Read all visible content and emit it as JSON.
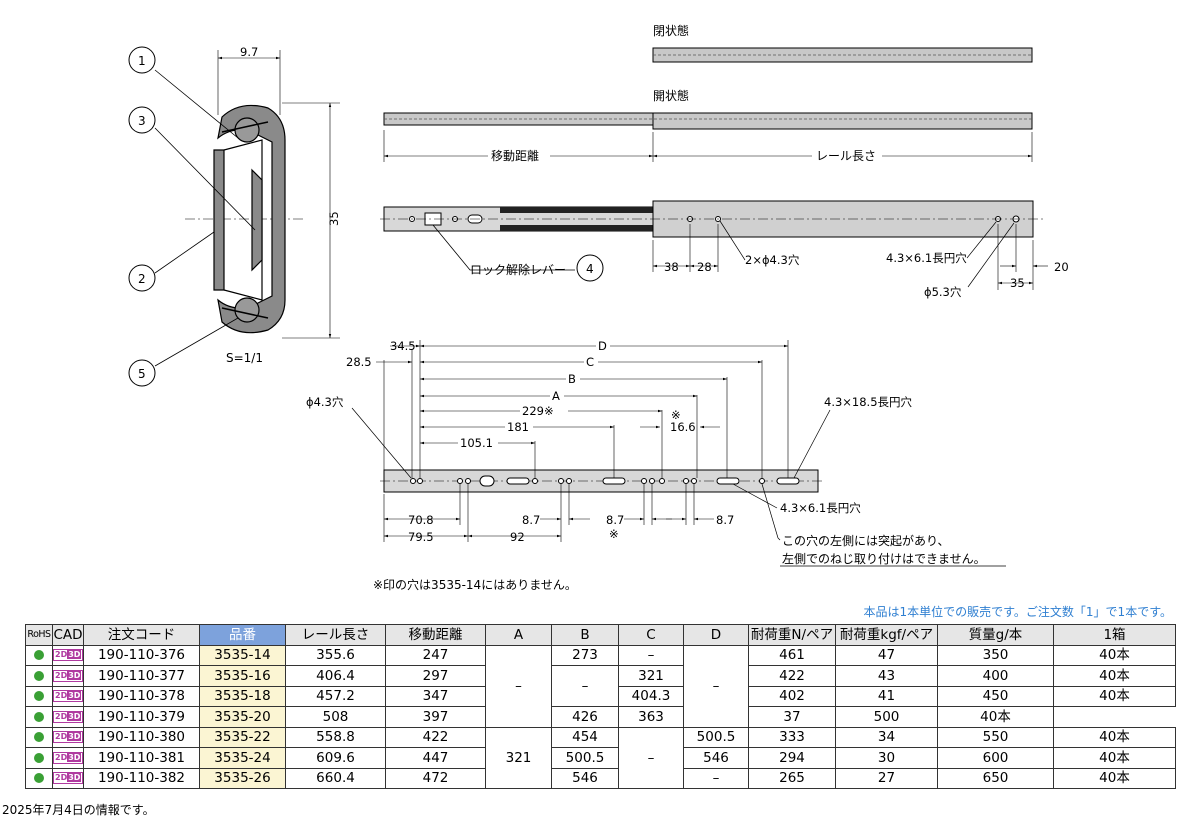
{
  "drawing": {
    "balloons": [
      "1",
      "3",
      "2",
      "5",
      "4"
    ],
    "scale": "S=1/1",
    "dims_cross": {
      "width": "9.7",
      "height": "35"
    },
    "states": {
      "closed": "閉状態",
      "open": "開状態"
    },
    "travel_label": "移動距離",
    "rail_length_label": "レール長さ",
    "lock_release_lever": "ロック解除レバー",
    "side_dims": {
      "d38": "38",
      "d28": "28",
      "hole2": "2×ϕ4.3穴",
      "slot": "4.3×6.1長円穴",
      "d20": "20",
      "d35": "35",
      "hole53": "ϕ5.3穴"
    },
    "bottom_dims": {
      "D": "D",
      "C": "C",
      "B": "B",
      "A": "A",
      "d34_5": "34.5",
      "d28_5": "28.5",
      "hole43": "ϕ4.3穴",
      "d229": "229※",
      "d181": "181",
      "d105_1": "105.1",
      "mark": "※",
      "d16_6": "16.6",
      "slot_long": "4.3×18.5長円穴",
      "slot_short": "4.3×6.1長円穴",
      "d70_8": "70.8",
      "d79_5": "79.5",
      "d8_7a": "8.7",
      "d92": "92",
      "d8_7b": "8.7",
      "d8_7b_mark": "※",
      "d8_7c": "8.7"
    },
    "hole_note_1": "この穴の左側には突起があり、",
    "hole_note_2": "左側でのねじ取り付けはできません。",
    "model_note": "※印の穴は3535-14にはありません。"
  },
  "sales_note": "本品は1本単位での販売です。ご注文数「1」で1本です。",
  "table": {
    "headers": [
      "RoHS",
      "CAD",
      "注文コード",
      "品番",
      "レール長さ",
      "移動距離",
      "A",
      "B",
      "C",
      "D",
      "耐荷重N/ペア",
      "耐荷重kgf/ペア",
      "質量g/本",
      "1箱"
    ],
    "cad_badge": [
      "2D",
      "3D"
    ],
    "rows": [
      {
        "code": "190-110-376",
        "part": "3535-14",
        "length": "355.6",
        "travel": "247",
        "n": "461",
        "kgf": "47",
        "mass": "350",
        "box": "40本"
      },
      {
        "code": "190-110-377",
        "part": "3535-16",
        "length": "406.4",
        "travel": "297",
        "n": "422",
        "kgf": "43",
        "mass": "400",
        "box": "40本"
      },
      {
        "code": "190-110-378",
        "part": "3535-18",
        "length": "457.2",
        "travel": "347",
        "n": "402",
        "kgf": "41",
        "mass": "450",
        "box": "40本"
      },
      {
        "code": "190-110-379",
        "part": "3535-20",
        "length": "508",
        "travel": "397",
        "n": "363",
        "kgf": "37",
        "mass": "500",
        "box": "40本"
      },
      {
        "code": "190-110-380",
        "part": "3535-22",
        "length": "558.8",
        "travel": "422",
        "n": "333",
        "kgf": "34",
        "mass": "550",
        "box": "40本"
      },
      {
        "code": "190-110-381",
        "part": "3535-24",
        "length": "609.6",
        "travel": "447",
        "n": "294",
        "kgf": "30",
        "mass": "600",
        "box": "40本"
      },
      {
        "code": "190-110-382",
        "part": "3535-26",
        "length": "660.4",
        "travel": "472",
        "n": "265",
        "kgf": "27",
        "mass": "650",
        "box": "40本"
      }
    ],
    "A_dash": "–",
    "A_321": "321",
    "B": {
      "r1": "273",
      "r23_dash": "–",
      "r5": "454",
      "r6": "500.5",
      "r7": "546"
    },
    "C": {
      "r1_dash": "–",
      "r2": "321",
      "r3": "404.3",
      "r4": "426",
      "r57_dash": "–"
    },
    "D": {
      "r14_dash": "–",
      "r5": "500.5",
      "r6": "546",
      "r7_dash": "–"
    }
  },
  "footer": "2025年7月4日の情報です。"
}
